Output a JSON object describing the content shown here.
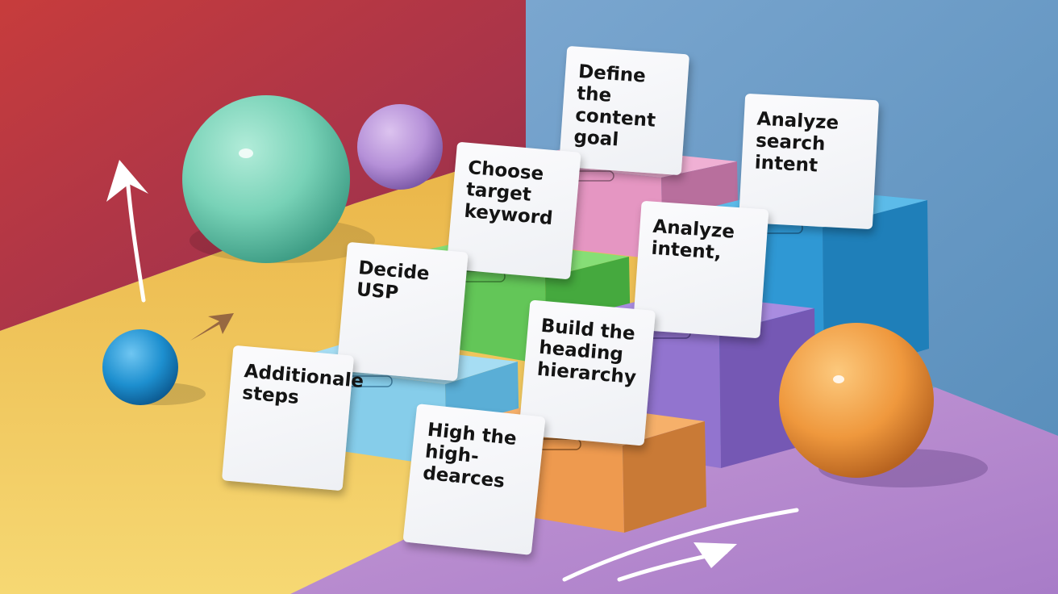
{
  "cards": {
    "c1": "Define the\ncontent goal",
    "c2": "Analyze\nsearch intent",
    "c3": "Choose\ntarget\nkeyword",
    "c4": "Analyze\nintent,",
    "c5": "Decide\nUSP",
    "c6": "Build the\nheading\nhierarchy",
    "c7": "Additionale\nsteps",
    "c8": "High the\nhigh-dearces"
  },
  "colors": {
    "wall_red": "#b8383f",
    "wall_blue": "#6f9fc6",
    "floor_yellow": "#f0c659",
    "floor_purple": "#b889cf",
    "step_pink": "#e99bc6",
    "step_blue": "#2f9bd6",
    "step_green": "#6ccf61",
    "step_violet": "#9a7ad4",
    "step_lightblue": "#8fd2ee",
    "step_orange": "#f09c52",
    "sphere_mint": "#79d3b8",
    "sphere_lilac": "#b894d9",
    "sphere_blue": "#1f93d1",
    "sphere_orange": "#ee9a3f"
  },
  "decor": [
    "up-arrow",
    "right-arrow",
    "curved-arrow",
    "sphere",
    "step-block"
  ]
}
